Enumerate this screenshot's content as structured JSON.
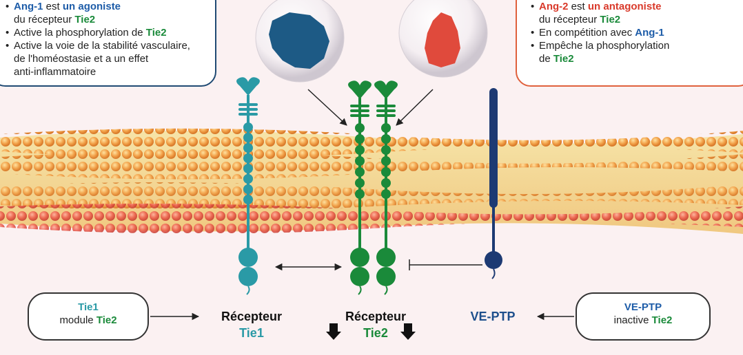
{
  "left_box": {
    "line1_prefix": "Ang-1",
    "line1_mid": " est ",
    "line1_strong": "un agoniste",
    "line2_text": "du récepteur ",
    "line2_strong": "Tie2",
    "line3_text": "Active la phosphorylation de ",
    "line3_strong": "Tie2",
    "line4": "Active la voie de la stabilité vasculaire,",
    "line5": "de l'homéostasie et a un effet",
    "line6": "anti-inflammatoire"
  },
  "right_box": {
    "line1_prefix": "Ang-2",
    "line1_mid": " est ",
    "line1_strong": "un antagoniste",
    "line2_text": "du récepteur ",
    "line2_strong": "Tie2",
    "line3_text": "En compétition avec ",
    "line3_strong": "Ang-1",
    "line4": "Empêche la phosphorylation",
    "line5_text": "de ",
    "line5_strong": "Tie2"
  },
  "pill_tie1": {
    "line1": "Tie1",
    "line2_text": "module ",
    "line2_strong": "Tie2"
  },
  "pill_ve": {
    "line1": "VE-PTP",
    "line2_text": "inactive ",
    "line2_strong": "Tie2"
  },
  "labels": {
    "recepteur_1": "Récepteur",
    "tie1": "Tie1",
    "recepteur_2": "Récepteur",
    "tie2": "Tie2",
    "ve_ptp": "VE-PTP"
  },
  "colors": {
    "tie1": "#2a9aa6",
    "tie2": "#1a8a3a",
    "ve_ptp": "#1d3a73",
    "ang1": "#1d5a85",
    "ang2": "#e04a3c",
    "membrane_head": "#f0a040",
    "membrane_red": "#e86040"
  }
}
